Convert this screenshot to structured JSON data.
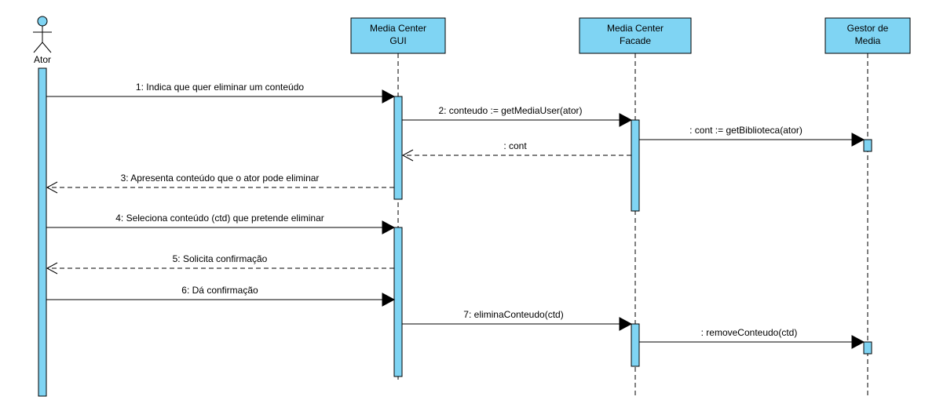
{
  "actor": {
    "name": "Ator"
  },
  "participants": [
    {
      "id": "gui",
      "lines": [
        "Media Center",
        "GUI"
      ]
    },
    {
      "id": "facade",
      "lines": [
        "Media Center",
        "Facade"
      ]
    },
    {
      "id": "gestor",
      "lines": [
        "Gestor de",
        "Media"
      ]
    }
  ],
  "messages": [
    {
      "id": "m1",
      "from": "actor",
      "to": "gui",
      "kind": "sync",
      "label": "1: Indica que quer eliminar um conteúdo"
    },
    {
      "id": "m2",
      "from": "gui",
      "to": "facade",
      "kind": "sync",
      "label": "2: conteudo := getMediaUser(ator)"
    },
    {
      "id": "m3",
      "from": "facade",
      "to": "gestor",
      "kind": "sync",
      "label": ": cont := getBiblioteca(ator)"
    },
    {
      "id": "m4",
      "from": "facade",
      "to": "gui",
      "kind": "return",
      "label": ": cont"
    },
    {
      "id": "m5",
      "from": "gui",
      "to": "actor",
      "kind": "return",
      "label": "3: Apresenta conteúdo que o ator pode eliminar"
    },
    {
      "id": "m6",
      "from": "actor",
      "to": "gui",
      "kind": "sync",
      "label": "4: Seleciona conteúdo (ctd) que pretende eliminar"
    },
    {
      "id": "m7",
      "from": "gui",
      "to": "actor",
      "kind": "return",
      "label": "5: Solicita confirmação"
    },
    {
      "id": "m8",
      "from": "actor",
      "to": "gui",
      "kind": "sync",
      "label": "6: Dá confirmação"
    },
    {
      "id": "m9",
      "from": "gui",
      "to": "facade",
      "kind": "sync",
      "label": "7: eliminaConteudo(ctd)"
    },
    {
      "id": "m10",
      "from": "facade",
      "to": "gestor",
      "kind": "sync",
      "label": ": removeConteudo(ctd)"
    }
  ]
}
